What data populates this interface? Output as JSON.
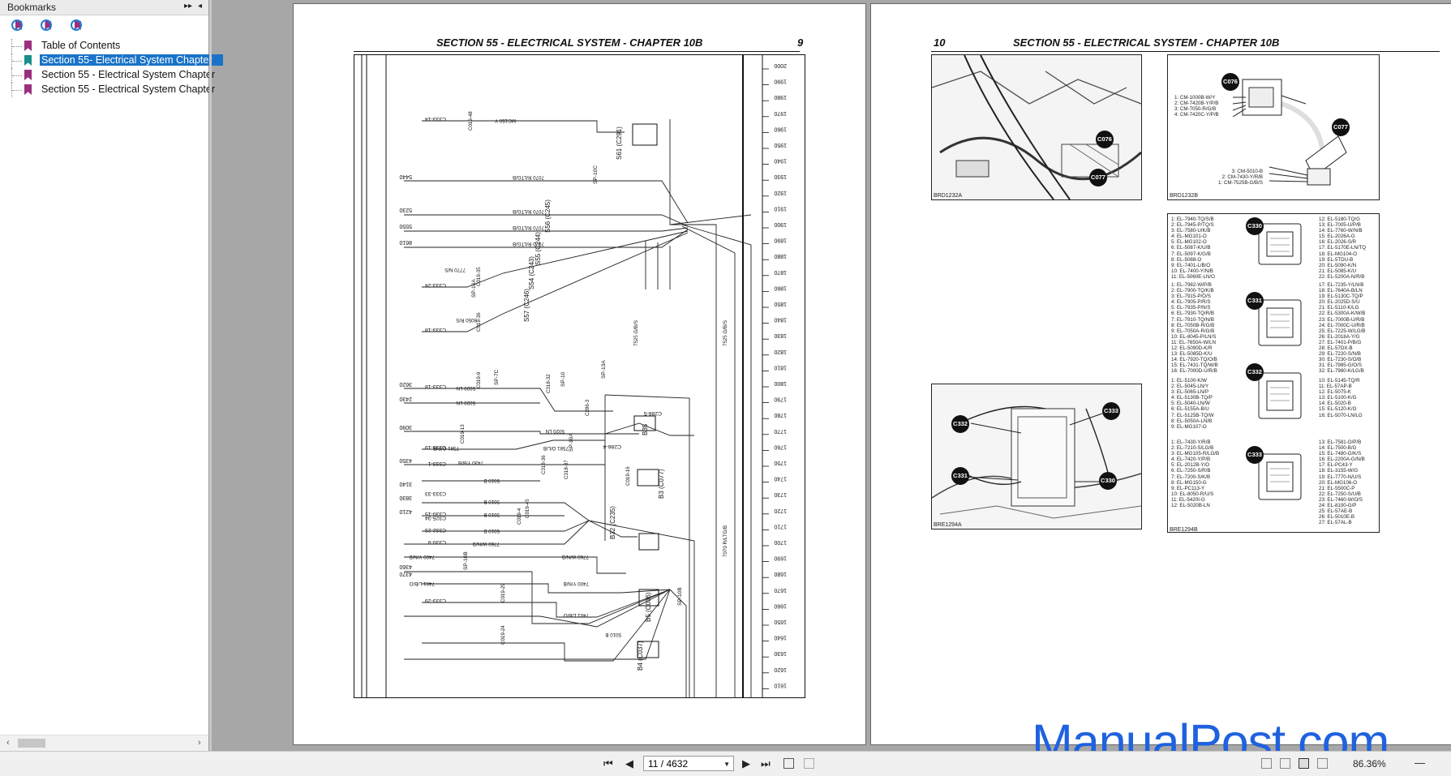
{
  "sidebar": {
    "title": "Bookmarks",
    "items": [
      {
        "label": "Table of Contents"
      },
      {
        "label": "Section 55- Electrical System Chapter"
      },
      {
        "label": "Section 55 - Electrical System Chapter"
      },
      {
        "label": "Section 55 - Electrical System Chapter"
      }
    ],
    "icons": [
      "expand-bookmark-icon",
      "find-bookmark-icon",
      "add-bookmark-icon"
    ]
  },
  "left_page": {
    "header": "SECTION 55 - ELECTRICAL SYSTEM - CHAPTER 10B",
    "page_number": "9",
    "scale": [
      "2000",
      "1990",
      "1980",
      "1970",
      "1960",
      "1950",
      "1940",
      "1930",
      "1920",
      "1910",
      "1900",
      "1890",
      "1880",
      "1870",
      "1860",
      "1850",
      "1840",
      "1830",
      "1820",
      "1810",
      "1800",
      "1790",
      "1780",
      "1770",
      "1760",
      "1750",
      "1740",
      "1730",
      "1720",
      "1710",
      "1700",
      "1690",
      "1680",
      "1670",
      "1660",
      "1650",
      "1640",
      "1630",
      "1620",
      "1610"
    ],
    "refs_left": [
      "5440",
      "5230",
      "5550",
      "8610",
      "3620",
      "2430",
      "3090",
      "4350",
      "3140",
      "3830",
      "4210",
      "4360",
      "4370"
    ],
    "connectors": [
      "C333-14",
      "C333-24",
      "C333-18",
      "C333-18",
      "C333-19",
      "C333-1",
      "C333-33",
      "C330-15",
      "C325-34",
      "C332-23",
      "C330-9",
      "C333-29",
      "C286-5",
      "C286-4"
    ],
    "wire_labels": [
      "MG150 Y",
      "7070 R/LTG/B",
      "7070 R/LTG/B",
      "7070 R/LTG/B",
      "7070 R/LTG/B",
      "7770 N/S",
      "8050 R/S",
      "5020 LN",
      "5020 LN",
      "7525 G/B/S",
      "5020 LN",
      "7581 O/L/B",
      "7581 O/P/B",
      "7430 Y/B/B",
      "5010 B",
      "5010 B",
      "5010 B",
      "5010 B",
      "7760 W/N/B",
      "7760 W/N/B",
      "7400 Y/N/B",
      "7400 Y/N/B",
      "7401 L/B/O",
      "7401 L/B/O",
      "5010 B",
      "7525 G/B/S",
      "7070 R/LTG/B"
    ],
    "splices": [
      "SP-10C",
      "SP-10A",
      "SP-7C",
      "SP-10",
      "SP-13A",
      "SP-10A",
      "SP-10B",
      "SP-10B"
    ],
    "components": [
      "S61 (C291)",
      "S55 (C244)",
      "S56 (C245)",
      "S54 (C243)",
      "S57 (C246)",
      "B35",
      "B3 (C077)",
      "B32 (C235)",
      "B5 (C036)",
      "B4 (C037)"
    ],
    "c019": [
      "C019-48",
      "C019-35",
      "C019-36",
      "C019-9",
      "C019-13",
      "C019-16",
      "C019-4",
      "C019-45",
      "C019-29",
      "C019-24",
      "C318-32",
      "C318-36",
      "C318-37",
      "C286-3"
    ]
  },
  "right_page": {
    "page_number": "10",
    "header": "SECTION 55 - ELECTRICAL SYSTEM - CHAPTER 10B",
    "fig1_code": "BRD1232A",
    "fig2_code": "BRD1232B",
    "fig3_code": "BRE1294A",
    "fig4_code": "BRE1294B",
    "bubbles_fig1": [
      "C076",
      "C077"
    ],
    "bubbles_fig2": [
      "C076",
      "C077"
    ],
    "bubbles_fig3": [
      "C332",
      "C333",
      "C331",
      "C330"
    ],
    "bubbles_fig4": [
      "C330",
      "C331",
      "C332",
      "C333"
    ],
    "c076_pins": "1: CM-1000B-W/Y\n2: CM-7420B-Y/P/B\n3: CM-7050-R/G/B\n4: CM-7420C-Y/P/B",
    "c077_pins": "3: CM-5010-B\n2: CM-7430-Y/R/B\n1: CM-7525B-G/B/S",
    "pins_c330_left": "1: EL-7940-TQ/S/B\n2: EL-7945-P/TQ/S\n3: EL-7580-U/K/B\n4: EL-MG101-O\n5: EL-MG102-O\n6: EL-5087-K/U/B\n7: EL-5097-K/G/B\n8: EL-5088-O\n9: EL-7401-L/B/O\n10: EL-7400-Y/N/B\n11: EL-5060E-LN/O",
    "pins_c330_right": "12: EL-5180-TQ/G\n13: EL-7005-U/P/B\n14: EL-7760-W/N/B\n15: EL-2026A-G\n16: EL-2026-S/R\n17: EL-5170E-LN/TQ\n18: EL-MG104-O\n19: EL-5TDU-B\n20: EL-5090-K/N\n21: EL-5085-K/U\n22: EL-5200A-N/R/B",
    "pins_c331_left": "1: EL-7982-W/P/B\n2: EL-7900-TQ/K/B\n3: EL-7915-P/O/S\n4: EL-7905-P/R/S\n5: EL-7935-P/N/S\n6: EL-7930-TQ/R/B\n7: EL-7910-TQ/N/B\n8: EL-7050B-R/G/B\n9: EL-7050A-R/G/B\n10: EL-8045-P/LN/S\n11: EL-7650A-W/LN\n12: EL-5090D-K/R\n13: EL-5085D-K/U\n14: EL-7920-TQ/O/B\n15: EL-7431-TQ/W/B\n16: EL-7000D-U/R/B",
    "pins_c331_right": "17: EL-7235-Y/LN/B\n18: EL-7640A-B/LN\n19: EL-5130C-TQ/P\n20: EL-2025D-S/U\n21: EL-5110-K/LG\n22: EL-5300A-K/W/B\n23: EL-7000B-U/R/B\n24: EL-7000C-U/R/B\n25: EL-7225-W/LG/B\n26: EL-2018A-Y/G\n27: EL-7401-P/B/G\n28: EL-57DX-B\n29: EL-7220-S/N/B\n30: EL-7230-S/O/B\n31: EL-7985-G/O/S\n32: EL-7980-K/LG/B",
    "pins_c332_left": "1: EL-5100-K/W\n2: EL-5045-LN/Y\n3: EL-5065-LN/P\n4: EL-5130B-TQ/P\n5: EL-5040-LN/W\n6: EL-5155A-B/U\n7: EL-5125B-TQ/W\n8: EL-5050A-LN/B\n9: EL-MG107-O",
    "pins_c332_right": "10: EL-5145-TQ/R\n11: EL-57AP-B\n12: EL-5075-K\n13: EL-5100-K/G\n14: EL-5020-B\n15: EL-5120-K/O\n16: EL-5070-LN/LG",
    "pins_c333_left": "1: EL-7430-Y/R/B\n2: EL-7210-S/LG/B\n3: EL-MG105-R/LG/B\n4: EL-7420-Y/P/B\n5: EL-2012B-Y/O\n6: EL-7250-S/R/B\n7: EL-7200-S/K/B\n8: EL-MG150-G\n9: EL-PC113-Y\n10: EL-8050-R/U/S\n11: EL-5420I-G\n12: EL-5020B-LN",
    "pins_c333_right": "13: EL-7581-O/P/B\n14: EL-7500-B/G\n15: EL-7480-G/K/S\n16: EL-2200A-G/N/B\n17: EL-PC43-Y\n18: EL-3155-W/G\n19: EL-7770-N/U/S\n20: EL-MG106-O\n21: EL-5500C-P\n22: EL-7250-S/U/B\n23: EL-7460-W/O/S\n24: EL-8100-G/P\n25: EL-57AE-B\n26: EL-5010E-B\n27: EL-57AL-B"
  },
  "statusbar": {
    "page_indicator": "11 / 4632",
    "zoom": "86.36%"
  },
  "watermark": "ManualPost.com",
  "colors": {
    "selection": "#1a73c8",
    "watermark": "#1f62e0",
    "bookmark": "#9b2f7f"
  }
}
